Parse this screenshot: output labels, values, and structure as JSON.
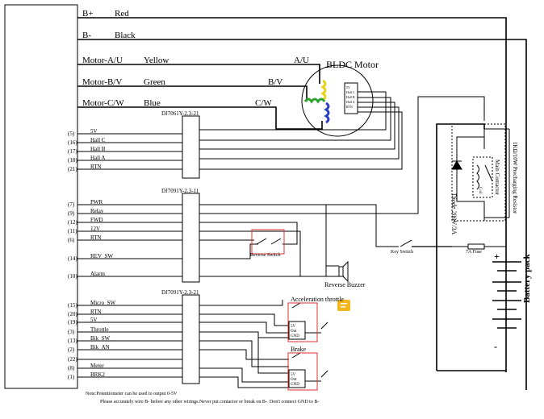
{
  "top_wires": [
    {
      "label": "B+",
      "color": "Red"
    },
    {
      "label": "B-",
      "color": "Black"
    },
    {
      "label": "Motor-A/U",
      "color": "Yellow"
    },
    {
      "label": "Motor-B/V",
      "color": "Green"
    },
    {
      "label": "Motor-C/W",
      "color": "Blue"
    }
  ],
  "phase_labels": [
    "A/U",
    "B/V",
    "C/W"
  ],
  "motor": {
    "title": "BLDC Motor",
    "inner": [
      "5V",
      "Hall C",
      "Hall B",
      "Hall A",
      "RTN"
    ]
  },
  "connector1": {
    "title": "DJ7061Y-2.3-21",
    "pins": [
      {
        "num": "(5)",
        "label": "5V"
      },
      {
        "num": "(16)",
        "label": "Hall C"
      },
      {
        "num": "(17)",
        "label": "Hall B"
      },
      {
        "num": "(18)",
        "label": "Hall A"
      },
      {
        "num": "(21)",
        "label": "RTN"
      }
    ]
  },
  "connector2": {
    "title": "DJ7091Y-2.3-11",
    "pins": [
      {
        "num": "(7)",
        "label": "PWR"
      },
      {
        "num": "(9)",
        "label": "Relay"
      },
      {
        "num": "(12)",
        "label": "FWD"
      },
      {
        "num": "(11)",
        "label": "12V"
      },
      {
        "num": "(6)",
        "label": "RTN"
      },
      {
        "num": "(14)",
        "label": "REV_SW"
      },
      {
        "num": "(10)",
        "label": "Alarm"
      }
    ]
  },
  "connector3": {
    "title": "DJ7091Y-2.3-21",
    "pins": [
      {
        "num": "(15)",
        "label": "Micro_SW"
      },
      {
        "num": "(20)",
        "label": "RTN"
      },
      {
        "num": "(19)",
        "label": "5V"
      },
      {
        "num": "(3)",
        "label": "Throttle"
      },
      {
        "num": "(13)",
        "label": "Bik_SW"
      },
      {
        "num": "(2)",
        "label": "Bik_AN"
      },
      {
        "num": "(22)",
        "label": ""
      },
      {
        "num": "(8)",
        "label": "Meter"
      },
      {
        "num": "(1)",
        "label": "BRK2"
      }
    ]
  },
  "components": {
    "reverse_switch": "Reverse Switch",
    "buzzer": "Reverse Buzzer",
    "key_switch": "Key Switch",
    "fuse": "7A Fuse",
    "battery": "Battery pack",
    "diode": "Diode 200V/3A",
    "contactor": "Main Contactor",
    "coil": "Coil",
    "resistor": "1KΩ/10W Precharging Resistor",
    "acceleration_throttle": "Acceleration throttle",
    "brake": "Brake",
    "module_pins": [
      "5V",
      "Out",
      "GND"
    ],
    "battery_plus": "+",
    "battery_minus": "-"
  },
  "notes": [
    "Note:Potentiometer can be used to output 0-5V",
    "Please accurately wire B- before any other wirings.Never put contactor or break on B-. Don't connect GND to B-"
  ],
  "colors": {
    "yellow_coil": "#e8d21a",
    "green_coil": "#2ea52e",
    "blue_coil": "#2a3fc4",
    "red_box": "#e03030",
    "chat_icon": "#f2b81c"
  }
}
